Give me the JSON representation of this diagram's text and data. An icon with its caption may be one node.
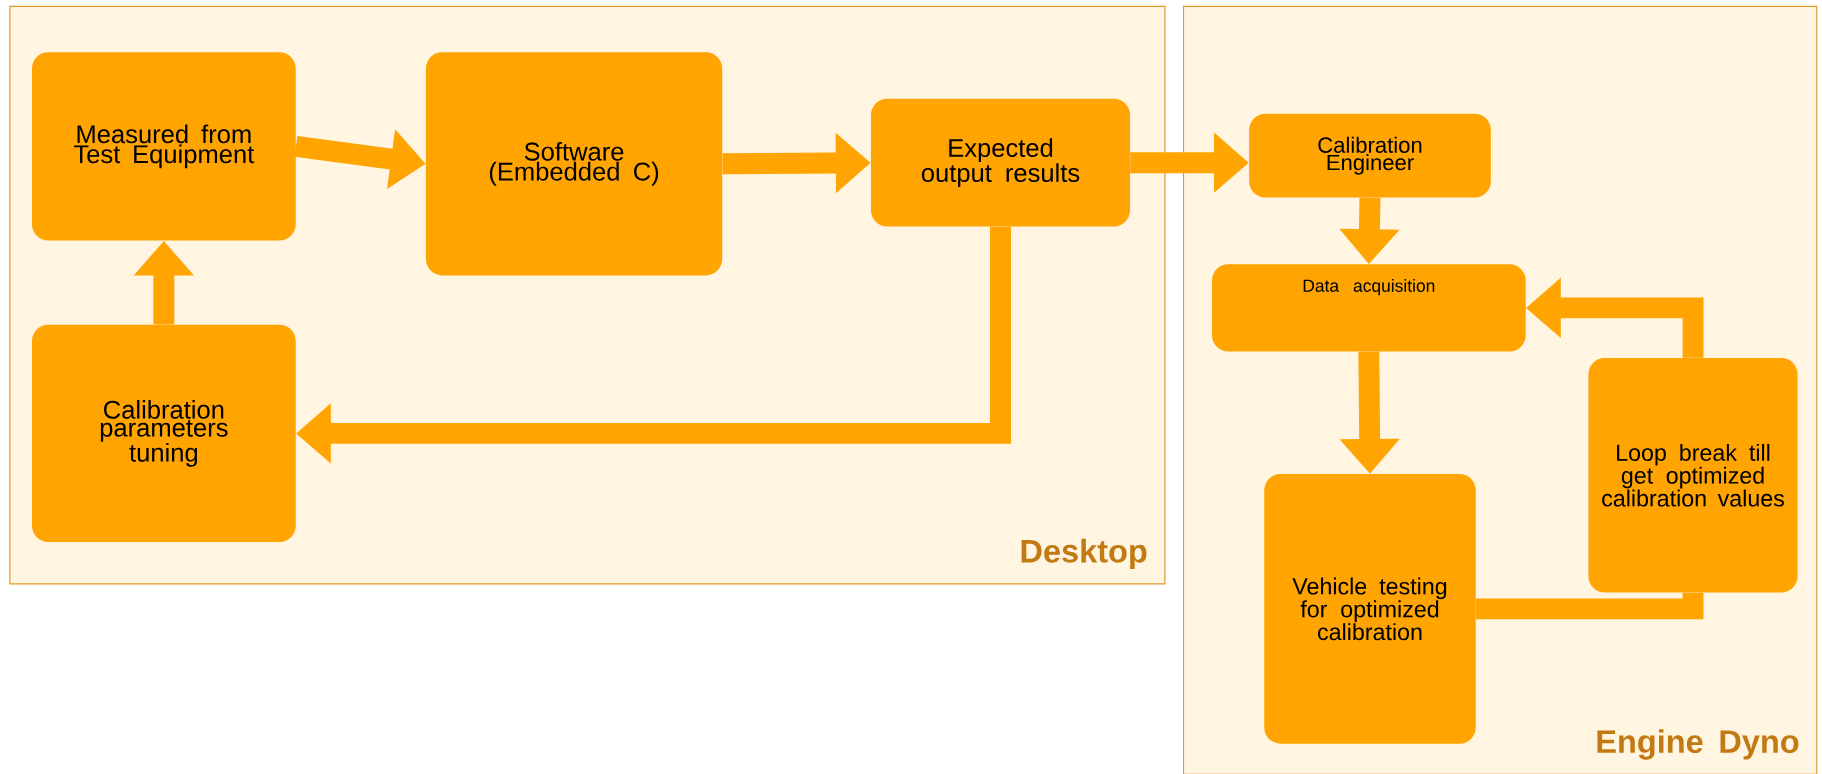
{
  "diagram": {
    "nodes": [
      {
        "text": [
          "Desktop"
        ]
      },
      {
        "text": [
          "Engine Dyno"
        ]
      },
      {
        "text": [
          "Measured from Test Equipment"
        ],
        "in": 0
      },
      {
        "text": [
          "Software (Embedded C)"
        ],
        "in": 0
      },
      {
        "text": [
          "Expected output results"
        ],
        "in": 0
      },
      {
        "text": [
          "Calibration parameters tuning"
        ],
        "in": 0
      },
      {
        "text": [
          "Calibration Engineer"
        ],
        "in": 1
      },
      {
        "text": [
          "Data acquisition"
        ],
        "in": 1
      },
      {
        "text": [
          "Vehicle testing for optimized calibration"
        ],
        "in": 1
      },
      {
        "text": [
          "Loop break till get optimized calibration values"
        ],
        "in": 1
      }
    ],
    "edges": [
      {
        "from": 2,
        "to": 3,
        "arrow": "to"
      },
      {
        "from": 3,
        "to": 4,
        "arrow": "to"
      },
      {
        "from": 4,
        "to": 6,
        "arrow": "to"
      },
      {
        "from": 4,
        "to": 5,
        "arrow": "to"
      },
      {
        "from": 5,
        "to": 2,
        "arrow": "to"
      },
      {
        "from": 6,
        "to": 7,
        "arrow": "to"
      },
      {
        "from": 7,
        "to": 8,
        "arrow": "to"
      },
      {
        "from": 8,
        "to": 9,
        "arrow": "none"
      },
      {
        "from": 9,
        "to": 7,
        "arrow": "to"
      }
    ]
  }
}
